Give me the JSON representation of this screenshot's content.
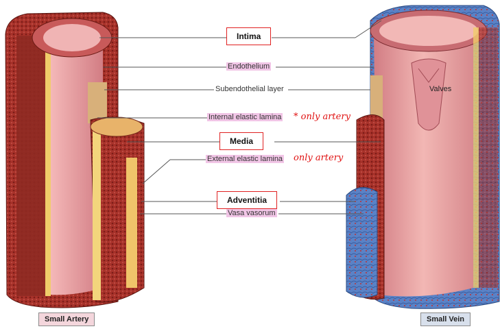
{
  "labels": {
    "intima": "Intima",
    "endothelium": "Endothelium",
    "subendothelial": "Subendothelial layer",
    "internal_elastic": "Internal elastic lamina",
    "media": "Media",
    "external_elastic": "External elastic lamina",
    "adventitia": "Adventitia",
    "vasa_vasorum": "Vasa vasorum",
    "valves": "Valves"
  },
  "annotations": {
    "internal_note": "* only artery",
    "external_note": "only artery"
  },
  "captions": {
    "artery": "Small Artery",
    "vein": "Small Vein"
  },
  "colors": {
    "box_border": "#e02020",
    "highlight": "#e896d2",
    "artery_red": "#a8322a",
    "intima_pink": "#e89aa0",
    "elastic_yellow": "#f0cc6a",
    "vein_blue": "#4a78c0"
  }
}
